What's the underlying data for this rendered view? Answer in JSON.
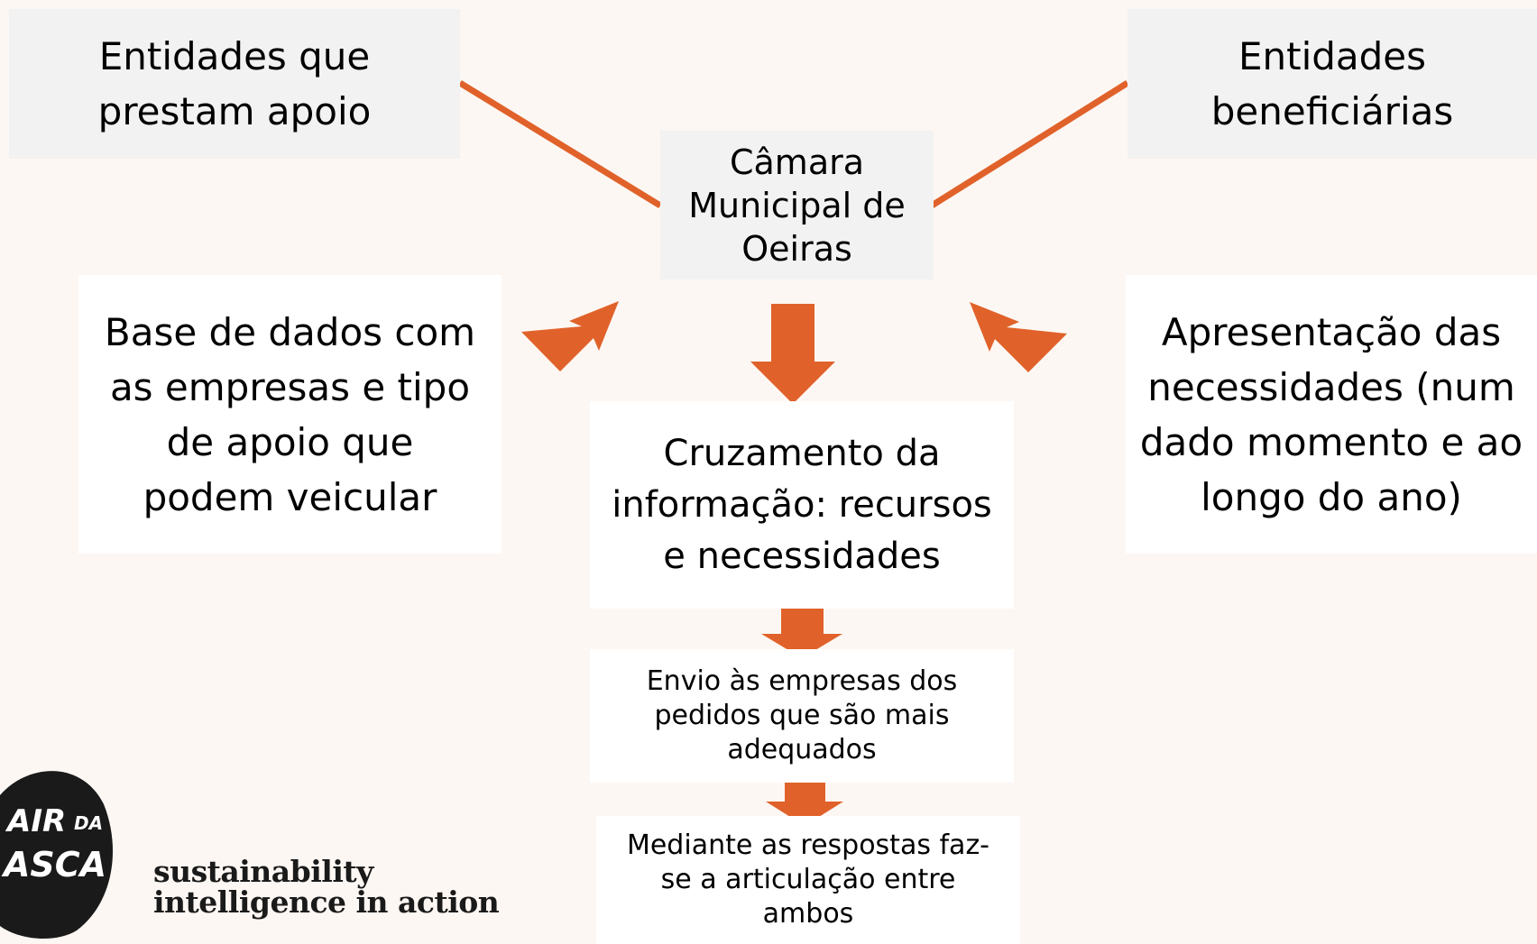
{
  "diagram": {
    "top_left": "Entidades que prestam apoio",
    "top_right": "Entidades beneficiárias",
    "center": "Câmara Municipal de Oeiras",
    "left": "Base de dados com as empresas e tipo de apoio que podem veicular",
    "right": "Apresentação das necessidades (num dado momento e ao longo do ano)",
    "cross": "Cruzamento da informação: recursos e necessidades",
    "send": "Envio às empresas dos pedidos que são mais adequados",
    "respond": "Mediante as respostas faz-se a articulação entre ambos"
  },
  "logo": {
    "mark_text": "SAIR DA CASCA",
    "tagline_1": "sustainability",
    "tagline_2": "intelligence in action"
  },
  "colors": {
    "accent": "#e0622a",
    "background": "#fdf7f3",
    "box_gray": "#f2f2f2",
    "box_white": "#ffffff"
  }
}
